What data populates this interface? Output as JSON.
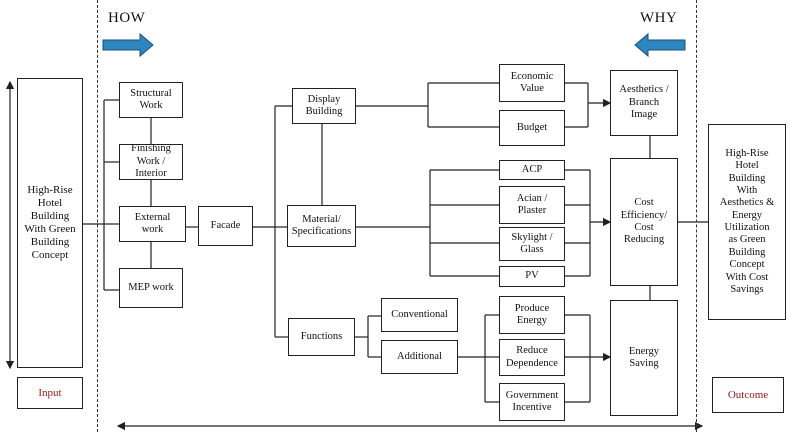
{
  "header": {
    "how": "HOW",
    "why": "WHY",
    "arrow_color": "#2e86c1"
  },
  "input": {
    "text": "High-Rise\nHotel\nBuilding\nWith Green\nBuilding\nConcept",
    "label": "Input"
  },
  "outcome": {
    "text": "High-Rise\nHotel\nBuilding\nWith\nAesthetics &\nEnergy\nUtilization\nas Green\nBuilding\nConcept\nWith Cost\nSavings",
    "label": "Outcome"
  },
  "work": {
    "structural": "Structural\nWork",
    "finishing": "Finishing\nWork /\nInterior",
    "external": "External\nwork",
    "mep": "MEP work"
  },
  "facade": "Facade",
  "middle": {
    "display": "Display\nBuilding",
    "material": "Material/\nSpecifications",
    "functions": "Functions"
  },
  "functions_sub": {
    "conventional": "Conventional",
    "additional": "Additional"
  },
  "right": {
    "economic_value": "Economic\nValue",
    "budget": "Budget",
    "acp": "ACP",
    "acian": "Acian /\nPlaster",
    "skylight": "Skylight /\nGlass",
    "pv": "PV",
    "produce_energy": "Produce\nEnergy",
    "reduce_dependence": "Reduce\nDependence",
    "gov_incentive": "Government\nIncentive"
  },
  "goals": {
    "aesthetics": "Aesthetics /\nBranch\nImage",
    "cost": "Cost\nEfficiency/\nCost\nReducing",
    "energy": "Energy\nSaving"
  }
}
